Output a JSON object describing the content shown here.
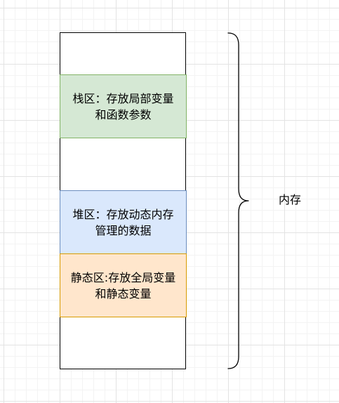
{
  "diagram": {
    "memory_label": "内存",
    "segments": [
      {
        "id": "stack",
        "text": "栈区：存放局部变量\n和函数参数",
        "fill": "#d5e8d4",
        "stroke": "#82b366"
      },
      {
        "id": "heap",
        "text": "堆区：存放动态内存\n管理的数据",
        "fill": "#dae8fc",
        "stroke": "#6c8ebf"
      },
      {
        "id": "static",
        "text": "静态区:存放全局变量\n和静态变量",
        "fill": "#ffe6cc",
        "stroke": "#d79b00"
      }
    ]
  }
}
